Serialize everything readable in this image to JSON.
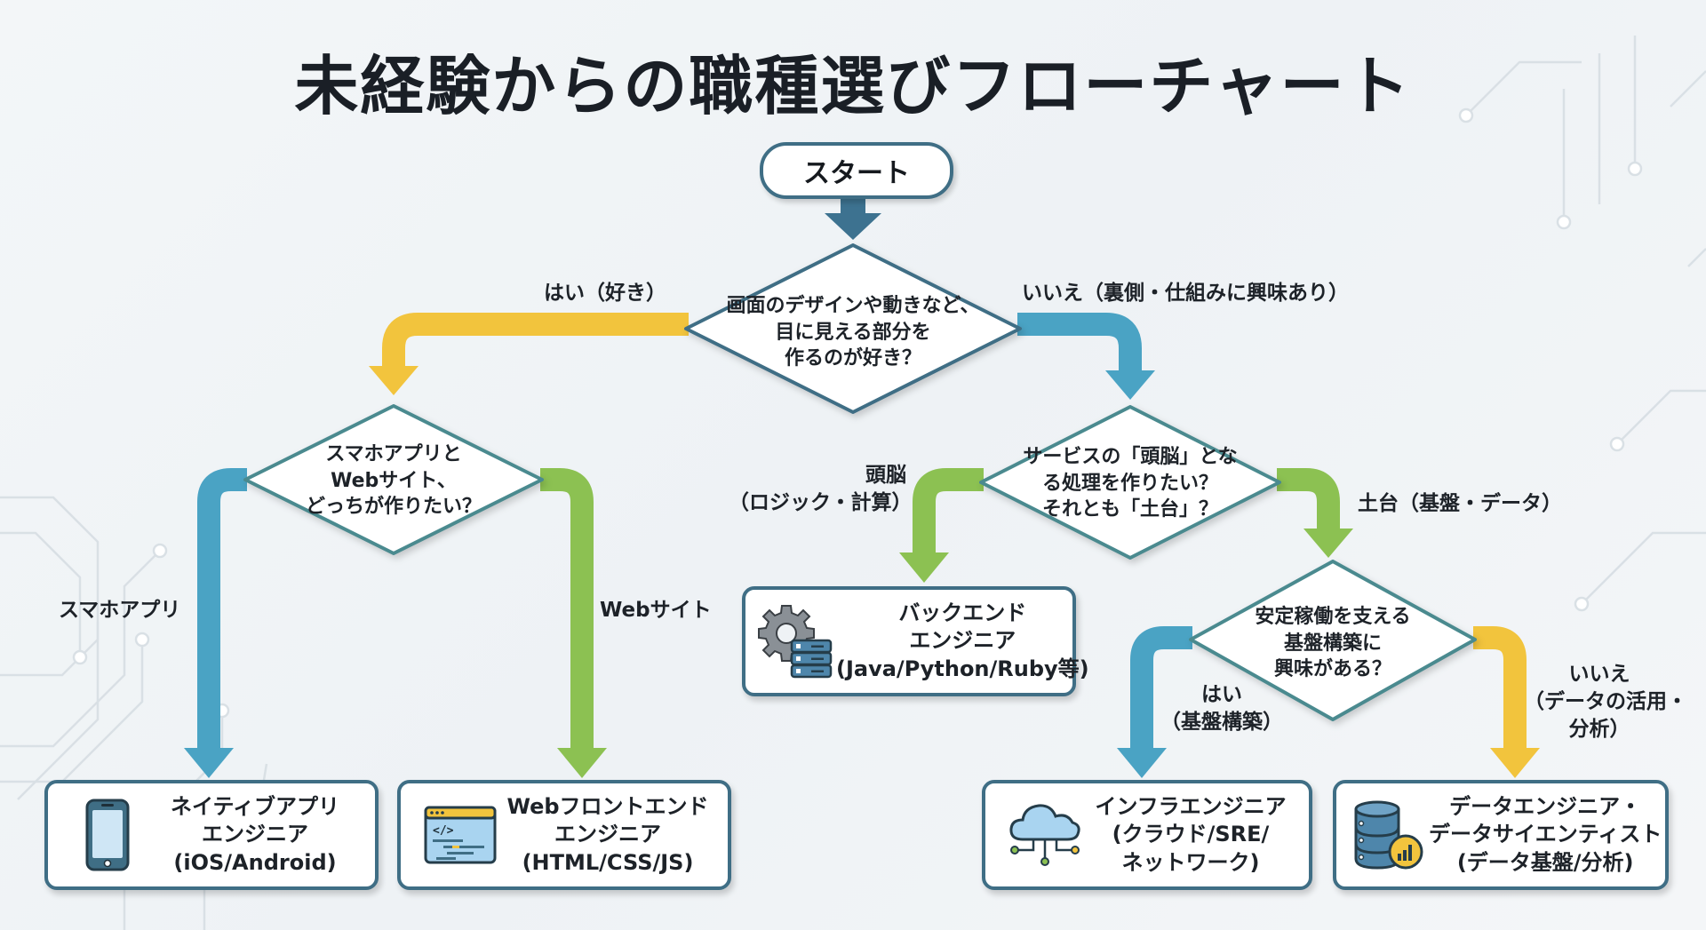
{
  "title": "未経験からの職種選びフローチャート",
  "colors": {
    "node_border": "#3f6e85",
    "diamond_border": "#4a8a8f",
    "yellow_path": "#f2c43d",
    "blue_path": "#4aa3c4",
    "green_path": "#8cc152",
    "start_arrow": "#3d7290"
  },
  "start": {
    "label": "スタート"
  },
  "questions": {
    "q1": {
      "lines": [
        "画面のデザインや動きなど、",
        "目に見える部分を",
        "作るのが好き？"
      ]
    },
    "q2": {
      "lines": [
        "スマホアプリと",
        "Webサイト、",
        "どっちが作りたい？"
      ]
    },
    "q3": {
      "lines": [
        "サービスの「頭脳」とな",
        "る処理を作りたい？",
        "それとも「土台」？"
      ]
    },
    "q4": {
      "lines": [
        "安定稼働を支える",
        "基盤構築に",
        "興味がある？"
      ]
    }
  },
  "branch_labels": {
    "q1_yes": "はい（好き）",
    "q1_no": "いいえ（裏側・仕組みに興味あり）",
    "q2_app": "スマホアプリ",
    "q2_web": "Webサイト",
    "q3_brain": [
      "頭脳",
      "（ロジック・計算）"
    ],
    "q3_base": "土台（基盤・データ）",
    "q4_yes": [
      "はい",
      "（基盤構築）"
    ],
    "q4_no": [
      "いいえ",
      "（データの活用・",
      "分析）"
    ]
  },
  "results": {
    "native": {
      "icon": "smartphone-icon",
      "lines": [
        "ネイティブアプリ",
        "エンジニア",
        "(iOS/Android)"
      ]
    },
    "web": {
      "icon": "code-window-icon",
      "lines": [
        "Webフロントエンド",
        "エンジニア",
        "(HTML/CSS/JS)"
      ]
    },
    "backend": {
      "icon": "gear-server-icon",
      "lines": [
        "バックエンド",
        "エンジニア",
        "(Java/Python/Ruby等)"
      ]
    },
    "infra": {
      "icon": "cloud-network-icon",
      "lines": [
        "インフラエンジニア",
        "(クラウド/SRE/",
        "ネットワーク)"
      ]
    },
    "data": {
      "icon": "database-chart-icon",
      "lines": [
        "データエンジニア・",
        "データサイエンティスト",
        "(データ基盤/分析)"
      ]
    }
  }
}
